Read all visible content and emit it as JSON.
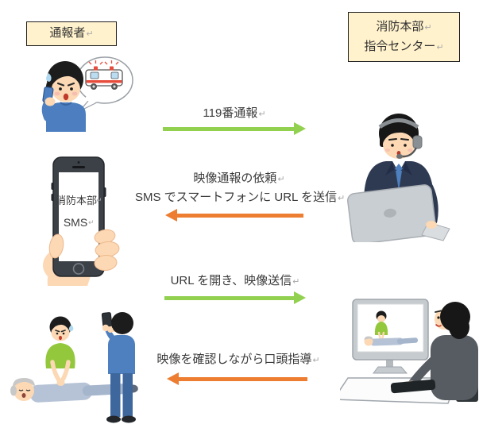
{
  "marks": {
    "return": "↵"
  },
  "colors": {
    "arrow_green": "#92D050",
    "arrow_orange": "#ED7D31",
    "actor_box_fill": "#FFF2CC",
    "actor_box_border": "#1F1F1F"
  },
  "actors": {
    "caller": {
      "label": "通報者"
    },
    "command_center": {
      "line1": "消防本部",
      "line2": "指令センター"
    }
  },
  "flows": [
    {
      "label": "119番通報",
      "direction": "right",
      "color": "#92D050"
    },
    {
      "label_line1": "映像通報の依頼",
      "label_line2": "SMS でスマートフォンに URL を送信",
      "direction": "left",
      "color": "#ED7D31"
    },
    {
      "label": "URL を開き、映像送信",
      "direction": "right",
      "color": "#92D050"
    },
    {
      "label": "映像を確認しながら口頭指導",
      "direction": "left",
      "color": "#ED7D31"
    }
  ],
  "phone": {
    "screen_line1": "消防本部",
    "screen_line2": "SMS"
  },
  "illustrations": {
    "caller_calling": "man-calling-on-phone-with-ambulance-speech-bubble",
    "sms_phone": "hand-holding-smartphone-showing-sms",
    "cpr_filming": "bystander-cpr-while-filming-with-smartphone",
    "operator": "dispatcher-with-headset-and-laptop",
    "video_monitor": "dispatcher-watching-cpr-video-on-monitor"
  }
}
